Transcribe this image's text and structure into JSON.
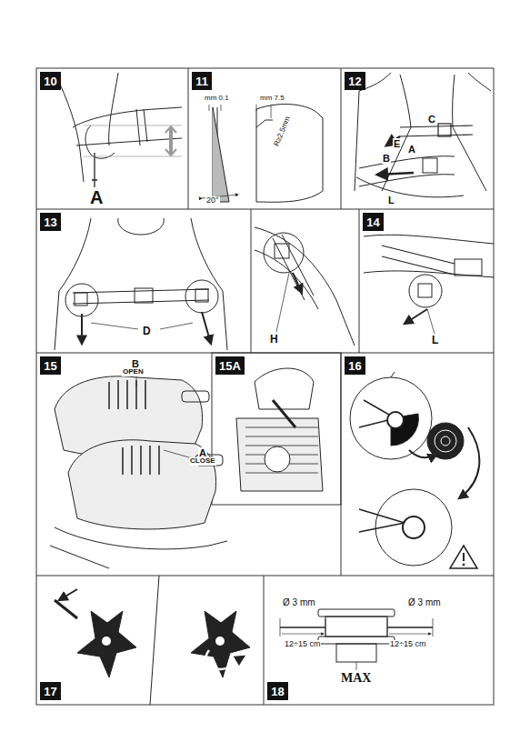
{
  "diagram": {
    "nodes": [
      {
        "text": [
          "10"
        ]
      },
      {
        "text": [
          "11"
        ]
      },
      {
        "text": [
          "12"
        ]
      },
      {
        "text": [
          "13"
        ]
      },
      {
        "text": [
          "14"
        ]
      },
      {
        "text": [
          "15"
        ]
      },
      {
        "text": [
          "15A"
        ]
      },
      {
        "text": [
          "16"
        ]
      },
      {
        "text": [
          "17"
        ]
      },
      {
        "text": [
          "18"
        ]
      }
    ],
    "labels": [
      "A",
      "mm 0.1",
      "mm 7.5",
      "20°",
      "R≥2.5mm",
      "E",
      "C",
      "B",
      "A",
      "L",
      "D",
      "H",
      "L",
      "B",
      "OPEN",
      "A",
      "CLOSE",
      "Ø 3 mm",
      "Ø 3 mm",
      "12÷15 cm",
      "12÷15 cm",
      "MAX"
    ]
  }
}
